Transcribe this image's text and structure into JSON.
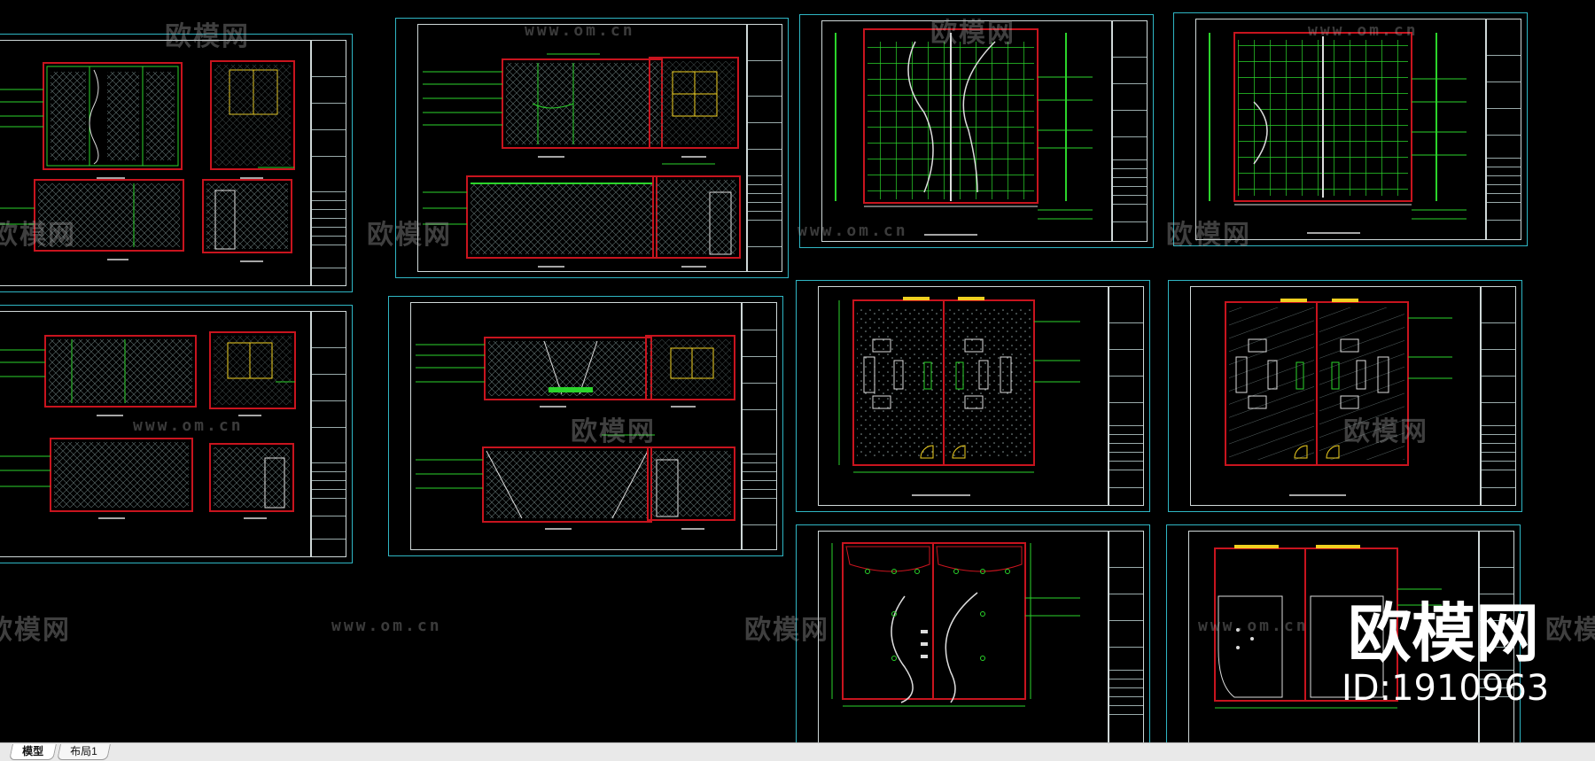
{
  "window": {
    "app": "CAD drawing viewer"
  },
  "layout_tabs": [
    {
      "label": "模型",
      "active": true
    },
    {
      "label": "布局1",
      "active": false
    }
  ],
  "watermark": {
    "brand_text": "欧模网",
    "url_text": "www.om.cn"
  },
  "brand": {
    "logo_text": "欧模网",
    "id_text": "ID:1910963"
  },
  "colors": {
    "background": "#000000",
    "sheet_border": "#2fb6c4",
    "wall_red": "#c8141e",
    "line_green": "#2bd42b",
    "door_yellow": "#f0d020",
    "frame_white": "#cfd8d8",
    "tab_bar": "#e9e9e9"
  },
  "sheets": [
    {
      "id": "sheet-1",
      "kind": "elevation-set"
    },
    {
      "id": "sheet-2",
      "kind": "elevation-set"
    },
    {
      "id": "sheet-3",
      "kind": "grid-elevation"
    },
    {
      "id": "sheet-4",
      "kind": "grid-elevation"
    },
    {
      "id": "sheet-5",
      "kind": "elevation-set"
    },
    {
      "id": "sheet-6",
      "kind": "elevation-set"
    },
    {
      "id": "sheet-7",
      "kind": "floor-plan"
    },
    {
      "id": "sheet-8",
      "kind": "floor-plan"
    },
    {
      "id": "sheet-9",
      "kind": "ceiling-plan"
    },
    {
      "id": "sheet-10",
      "kind": "ceiling-plan"
    }
  ]
}
